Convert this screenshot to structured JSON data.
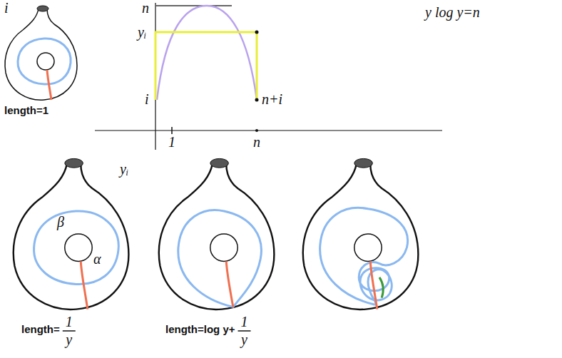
{
  "diagram": {
    "labels": [
      "i",
      "length=1",
      "n",
      "yᵢ",
      "i",
      "1",
      "n",
      "n+i",
      "y log y=n",
      "yᵢ",
      "β",
      "α",
      "length=",
      "1",
      "y",
      "length=log y+",
      "1",
      "y"
    ]
  }
}
